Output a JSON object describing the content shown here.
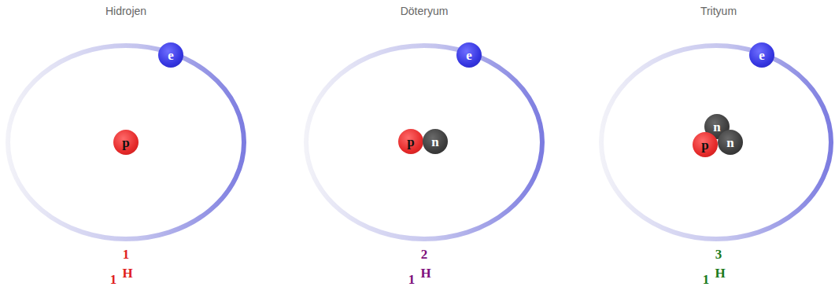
{
  "diagram": {
    "nodes": [
      {
        "text": [
          "e"
        ]
      },
      {
        "text": [
          "p"
        ]
      },
      {
        "text": [
          "e"
        ]
      },
      {
        "text": [
          "p"
        ]
      },
      {
        "text": [
          "n"
        ]
      },
      {
        "text": [
          "e"
        ]
      },
      {
        "text": [
          "n"
        ]
      },
      {
        "text": [
          "p"
        ]
      },
      {
        "text": [
          "n"
        ]
      }
    ],
    "labels": [
      "Hidrojen",
      "Döteryum",
      "Trityum",
      "1",
      "1",
      "H",
      "2",
      "1",
      "H",
      "3",
      "1",
      "H"
    ]
  }
}
